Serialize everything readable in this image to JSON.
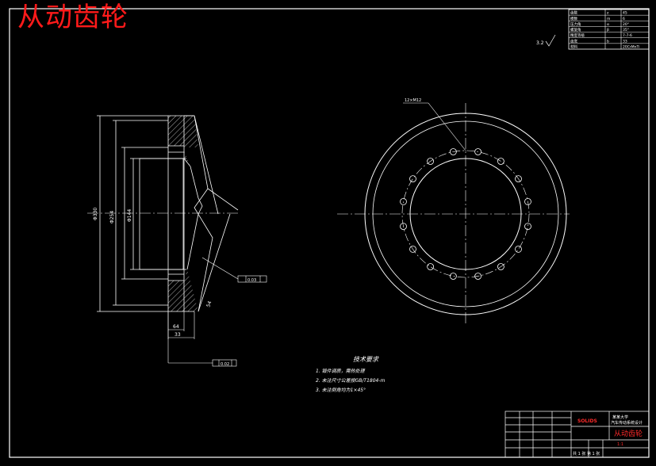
{
  "title_stamp": "从动齿轮",
  "tech_req": {
    "heading": "技术要求",
    "items": [
      "1. 锻件调质，需热处理",
      "2. 未注尺寸公差按GB/T1804-m",
      "3. 未注倒角均为1×45°"
    ]
  },
  "title_block": {
    "red_mark": "SOLIDS",
    "part_name": "从动齿轮",
    "school_lines": [
      "某某大学",
      "汽车传动系统设计"
    ],
    "footer_red": "1:1",
    "sheet": "共 1 张 第 1 张"
  },
  "params": {
    "rows": [
      [
        "齿数",
        "z",
        "45"
      ],
      [
        "模数",
        "m",
        "6"
      ],
      [
        "压力角",
        "α",
        "20°"
      ],
      [
        "螺旋角",
        "β",
        "35°"
      ],
      [
        "精度等级",
        "",
        "7-7-6"
      ],
      [
        "齿宽",
        "b",
        "33"
      ],
      [
        "材料",
        "",
        "20CrMnTi"
      ]
    ]
  },
  "dims": {
    "d1": "Φ330",
    "d2": "Φ254",
    "d3": "Φ144",
    "w1": "54",
    "w2": "64",
    "w3": "33",
    "tol1": "0.03",
    "tol2": "0.02",
    "hole_note": "12×M12",
    "roughness": "3.2"
  }
}
